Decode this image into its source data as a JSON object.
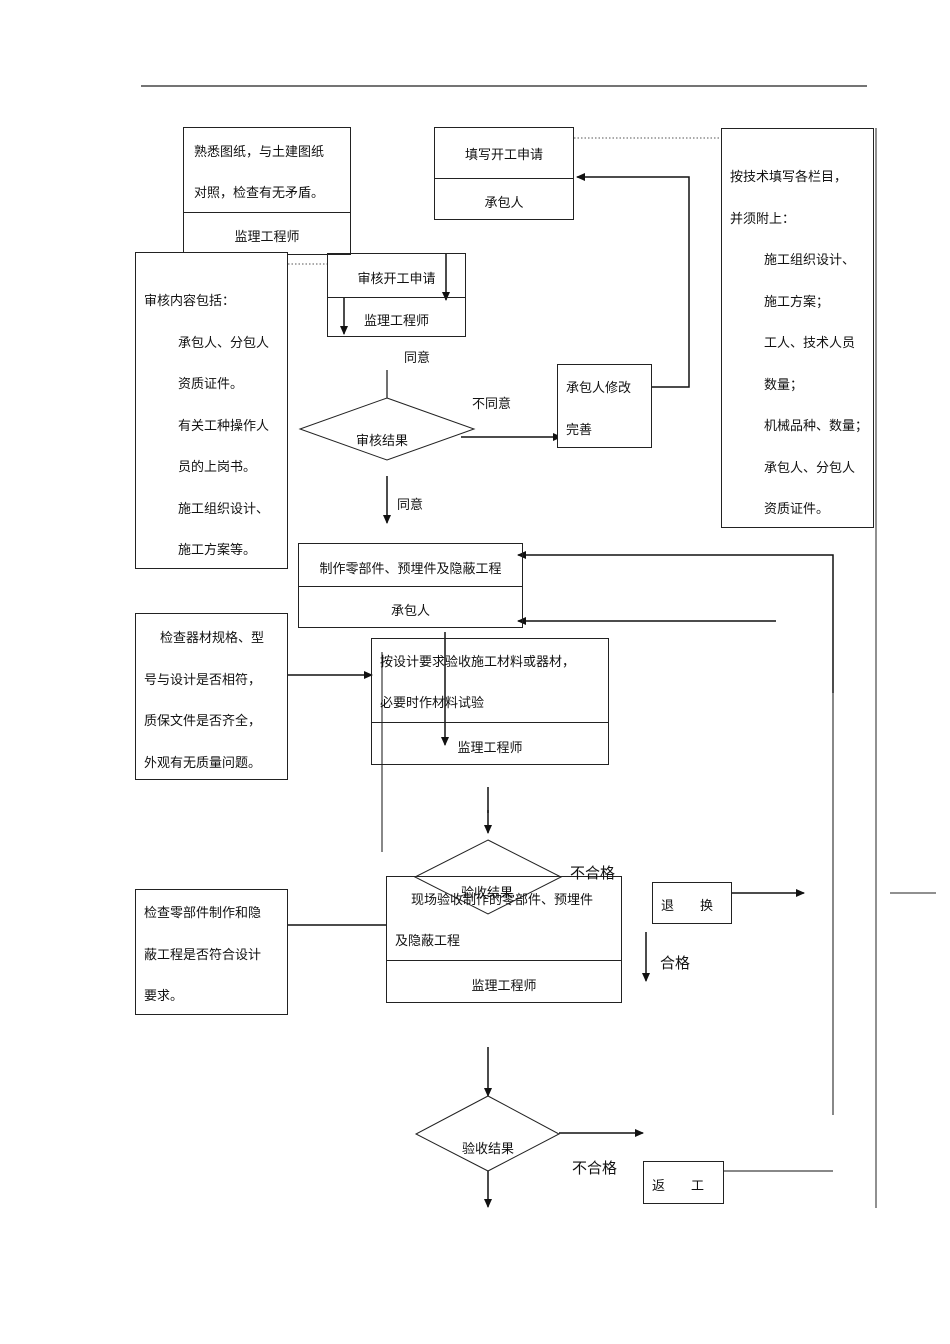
{
  "top_left_box": {
    "lines": [
      "熟悉图纸，与土建图纸",
      "对照，检查有无矛盾。"
    ],
    "role": "监理工程师"
  },
  "apply_box": {
    "title": "填写开工申请",
    "role": "承包人"
  },
  "apply_note": {
    "lines": [
      "按技术填写各栏目，",
      "并须附上：",
      "施工组织设计、",
      "施工方案；",
      "工人、技术人员",
      "数量；",
      "机械品种、数量；",
      "承包人、分包人",
      "资质证件。"
    ]
  },
  "review_content": {
    "lines": [
      "审核内容包括：",
      "承包人、分包人",
      "资质证件。",
      "有关工种操作人",
      "员的上岗书。",
      "施工组织设计、",
      "施工方案等。"
    ]
  },
  "review_box": {
    "title": "审核开工申请",
    "role": "监理工程师"
  },
  "agree_1": "同意",
  "review_result": "审核结果",
  "disagree": "不同意",
  "modify_box": {
    "lines": [
      "承包人修改",
      "完善"
    ]
  },
  "agree_2": "同意",
  "make_box": {
    "title": "制作零部件、预埋件及隐蔽工程",
    "role": "承包人"
  },
  "check_material_note": {
    "lines": [
      "检查器材规格、型",
      "号与设计是否相符，",
      "质保文件是否齐全，",
      "外观有无质量问题。"
    ]
  },
  "accept_material_box": {
    "lines": [
      "按设计要求验收施工材料或器材，",
      "必要时作材料试验"
    ],
    "role": "监理工程师"
  },
  "accept_result_1": "验收结果",
  "unqualified_1": "不合格",
  "return_box": "退　　换",
  "qualified": "合格",
  "check_parts_note": {
    "lines": [
      "检查零部件制作和隐",
      "蔽工程是否符合设计",
      "要求。"
    ]
  },
  "site_accept_box": {
    "lines": [
      "现场验收制作的零部件、预埋件",
      "及隐蔽工程"
    ],
    "role": "监理工程师"
  },
  "accept_result_2": "验收结果",
  "unqualified_2": "不合格",
  "rework_box": "返　　工"
}
